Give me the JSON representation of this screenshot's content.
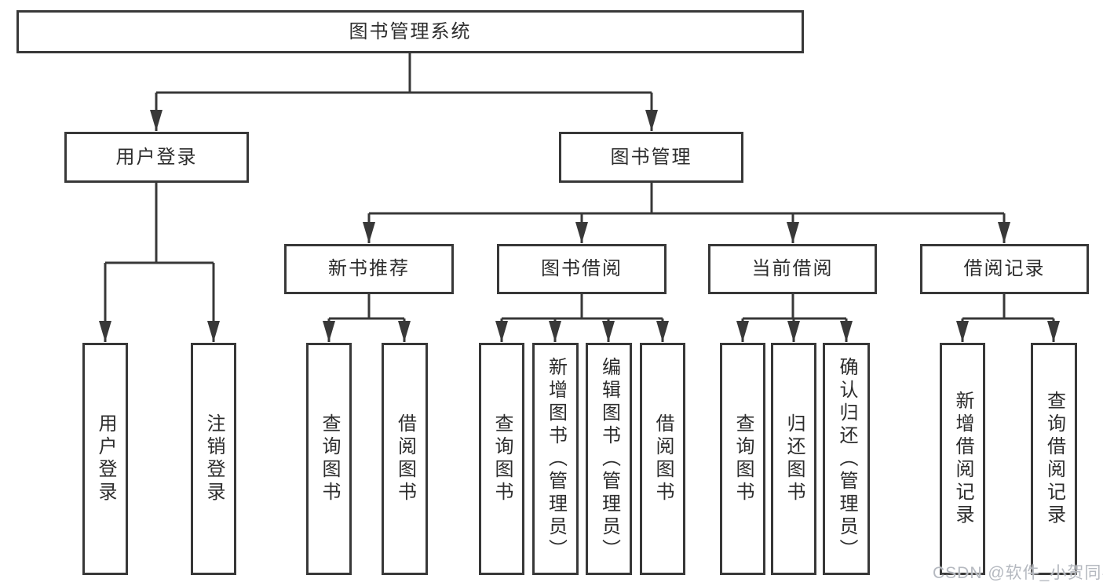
{
  "diagram": {
    "root": "图书管理系统",
    "level2": {
      "user_login": "用户登录",
      "book_management": "图书管理"
    },
    "level3": {
      "new_book_recommendation": "新书推荐",
      "book_borrowing": "图书借阅",
      "current_borrowing": "当前借阅",
      "borrowing_records": "借阅记录"
    },
    "leaves": {
      "user_login": "用户登录",
      "logout": "注销登录",
      "nbr_query_books": "查询图书",
      "nbr_borrow_books": "借阅图书",
      "bb_query_books": "查询图书",
      "bb_add_books": "新增图书（管理员）",
      "bb_edit_books": "编辑图书（管理员）",
      "bb_borrow_books": "借阅图书",
      "cb_query_books": "查询图书",
      "cb_return_books": "归还图书",
      "cb_confirm_return": "确认归还（管理员）",
      "br_add_record": "新增借阅记录",
      "br_query_record": "查询借阅记录"
    },
    "edges": [
      {
        "from": "图书管理系统",
        "to": [
          "用户登录",
          "图书管理"
        ]
      },
      {
        "from": "用户登录",
        "to": [
          "用户登录",
          "注销登录"
        ]
      },
      {
        "from": "图书管理",
        "to": [
          "新书推荐",
          "图书借阅",
          "当前借阅",
          "借阅记录"
        ]
      },
      {
        "from": "新书推荐",
        "to": [
          "查询图书",
          "借阅图书"
        ]
      },
      {
        "from": "图书借阅",
        "to": [
          "查询图书",
          "新增图书（管理员）",
          "编辑图书（管理员）",
          "借阅图书"
        ]
      },
      {
        "from": "当前借阅",
        "to": [
          "查询图书",
          "归还图书",
          "确认归还（管理员）"
        ]
      },
      {
        "from": "借阅记录",
        "to": [
          "新增借阅记录",
          "查询借阅记录"
        ]
      }
    ]
  },
  "watermark": {
    "text": "CSDN @软件_小贺同学"
  },
  "colors": {
    "line": "#383838",
    "text": "#2d2d2d",
    "watermark": "#b5b9c0",
    "background": "#ffffff"
  }
}
